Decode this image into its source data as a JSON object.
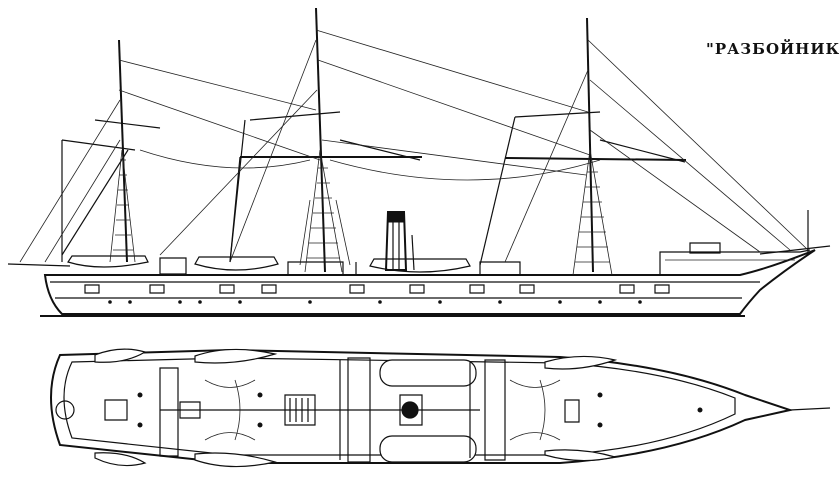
{
  "ship_name": "\"РАЗБОЙНИК\"",
  "colors": {
    "ink": "#111111",
    "paper": "#ffffff"
  },
  "views": [
    "side-elevation",
    "deck-plan"
  ]
}
